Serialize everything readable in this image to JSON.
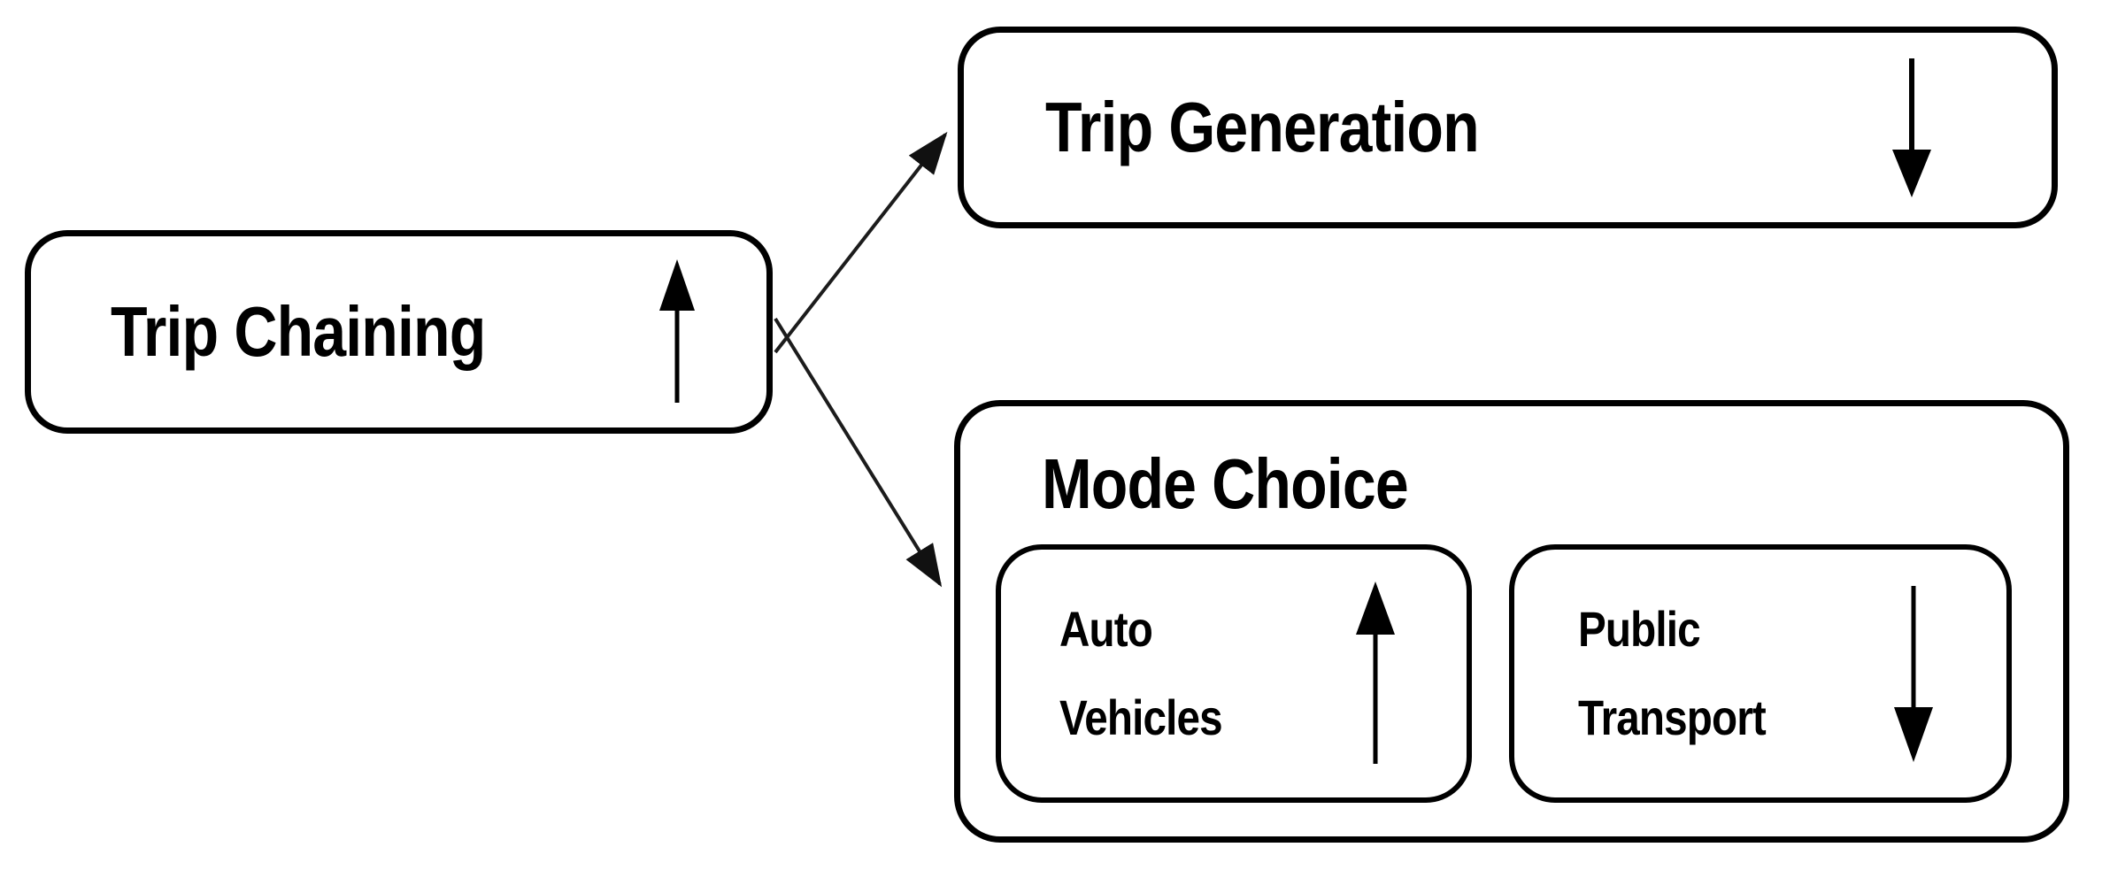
{
  "diagram": {
    "type": "flow-diagram",
    "nodes": {
      "trip_chaining": {
        "label": "Trip Chaining",
        "trend": "increase",
        "icon": "arrow-up-icon"
      },
      "trip_generation": {
        "label": "Trip Generation",
        "trend": "decrease",
        "icon": "arrow-down-icon"
      },
      "mode_choice": {
        "label": "Mode Choice",
        "children": {
          "auto_vehicles": {
            "label_lines": [
              "Auto",
              "Vehicles"
            ],
            "trend": "increase",
            "icon": "arrow-up-icon"
          },
          "public_transport": {
            "label_lines": [
              "Public",
              "Transport"
            ],
            "trend": "decrease",
            "icon": "arrow-down-icon"
          }
        }
      }
    },
    "edges": [
      {
        "from": "Trip Chaining",
        "to": "Trip Generation"
      },
      {
        "from": "Trip Chaining",
        "to": "Mode Choice"
      }
    ],
    "colors": {
      "stroke": "#000000",
      "text": "#000000",
      "connector": "#1c1c1c",
      "background": "#ffffff"
    }
  }
}
